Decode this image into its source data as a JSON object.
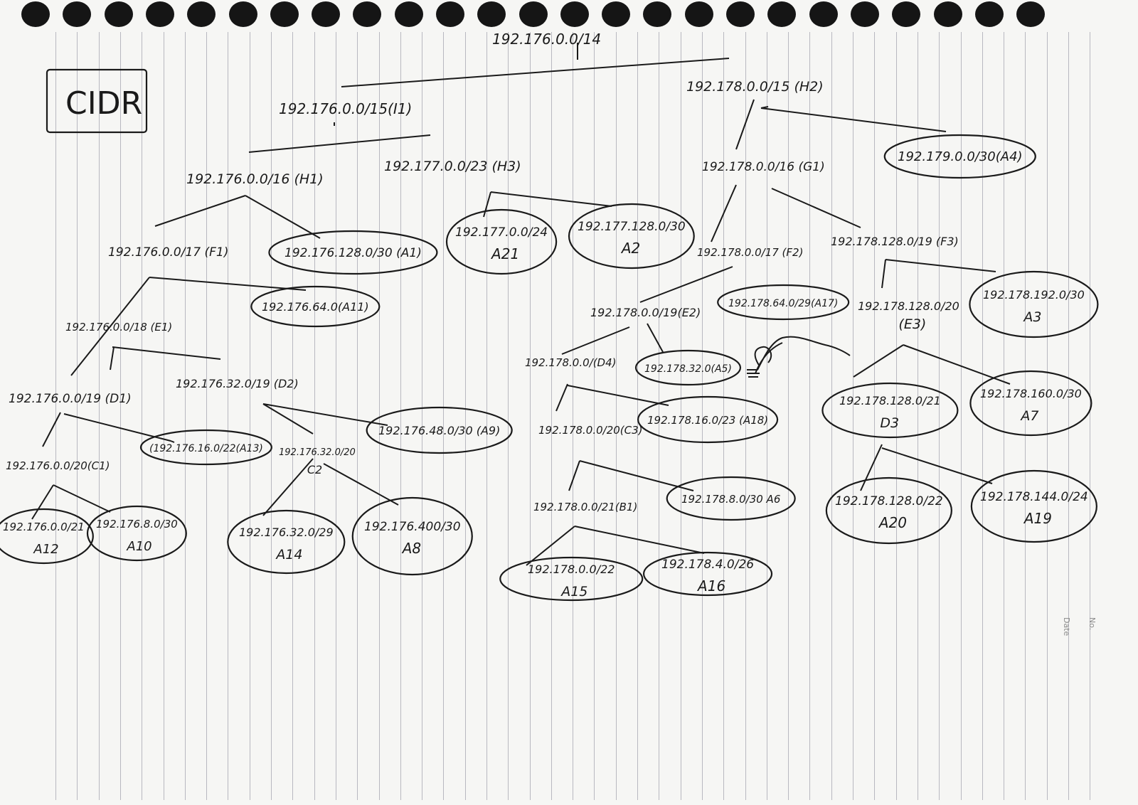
{
  "corner_box": "CIDR",
  "page_margin": {
    "no": "No.",
    "date": "Date"
  },
  "nodes": [
    {
      "id": "root",
      "text": "192.176.0.0/14"
    },
    {
      "id": "i1",
      "text": "192.176.0.0/15(I1)"
    },
    {
      "id": "h2",
      "text": "192.178.0.0/15 (H2)"
    },
    {
      "id": "h1",
      "text": "192.176.0.0/16 (H1)"
    },
    {
      "id": "h3",
      "text": "192.177.0.0/23 (H3)"
    },
    {
      "id": "a4",
      "text": "192.179.0.0/30(A4)",
      "oval": true
    },
    {
      "id": "g1",
      "text": "192.178.0.0/16 (G1)"
    },
    {
      "id": "f1",
      "text": "192.176.0.0/17 (F1)"
    },
    {
      "id": "a1",
      "text": "192.176.128.0/30 (A1)",
      "oval": true
    },
    {
      "id": "a21",
      "text": "192.177.0.0/24",
      "sub": "A21",
      "oval": true
    },
    {
      "id": "a2",
      "text": "192.177.128.0/30",
      "sub": "A2",
      "oval": true
    },
    {
      "id": "f2",
      "text": "192.178.0.0/17 (F2)"
    },
    {
      "id": "f3",
      "text": "192.178.128.0/19 (F3)"
    },
    {
      "id": "a11",
      "text": "192.176.64.0(A11)",
      "oval": true
    },
    {
      "id": "e1",
      "text": "192.176.0.0/18 (E1)"
    },
    {
      "id": "e2",
      "text": "192.178.0.0/19(E2)"
    },
    {
      "id": "a17",
      "text": "192.178.64.0/29(A17)",
      "oval": true
    },
    {
      "id": "e3",
      "text": "192.178.128.0/20",
      "sub": "(E3)"
    },
    {
      "id": "a3",
      "text": "192.178.192.0/30",
      "sub": "A3",
      "oval": true
    },
    {
      "id": "d1",
      "text": "192.176.0.0/19 (D1)"
    },
    {
      "id": "d2",
      "text": "192.176.32.0/19 (D2)"
    },
    {
      "id": "d4",
      "text": "192.178.0.0/(D4)"
    },
    {
      "id": "a5",
      "text": "192.178.32.0(A5)",
      "oval": true
    },
    {
      "id": "d3",
      "text": "192.178.128.0/21",
      "sub": "D3",
      "oval": true
    },
    {
      "id": "a7",
      "text": "192.178.160.0/30",
      "sub": "A7",
      "oval": true
    },
    {
      "id": "c1",
      "text": "192.176.0.0/20(C1)"
    },
    {
      "id": "a13",
      "text": "(192.176.16.0/22(A13)",
      "oval": true
    },
    {
      "id": "c2",
      "text": "192.176.32.0/20",
      "sub": "C2"
    },
    {
      "id": "a9",
      "text": "192.176.48.0/30 (A9)",
      "oval": true
    },
    {
      "id": "c3",
      "text": "192.178.0.0/20(C3)"
    },
    {
      "id": "a18",
      "text": "192.178.16.0/23 (A18)",
      "oval": true
    },
    {
      "id": "a12",
      "text": "192.176.0.0/21",
      "sub": "A12",
      "oval": true
    },
    {
      "id": "a10",
      "text": "192.176.8.0/30",
      "sub": "A10",
      "oval": true
    },
    {
      "id": "a14",
      "text": "192.176.32.0/29",
      "sub": "A14",
      "oval": true
    },
    {
      "id": "a8",
      "text": "192.176.400/30",
      "sub": "A8",
      "oval": true
    },
    {
      "id": "b1",
      "text": "192.178.0.0/21(B1)"
    },
    {
      "id": "a6",
      "text": "192.178.8.0/30 A6",
      "oval": true
    },
    {
      "id": "a20",
      "text": "192.178.128.0/22",
      "sub": "A20",
      "oval": true
    },
    {
      "id": "a19",
      "text": "192.178.144.0/24",
      "sub": "A19",
      "oval": true
    },
    {
      "id": "a15",
      "text": "192.178.0.0/22",
      "sub": "A15",
      "oval": true
    },
    {
      "id": "a16",
      "text": "192.178.4.0/26",
      "sub": "A16",
      "oval": true
    }
  ]
}
